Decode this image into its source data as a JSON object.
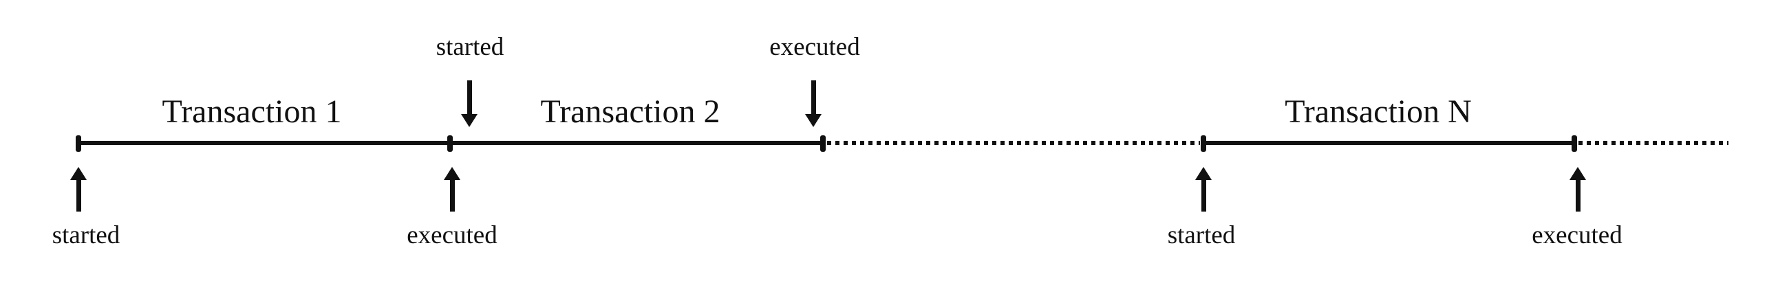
{
  "timeline": {
    "colors": {
      "ink": "#111111",
      "background": "#ffffff"
    },
    "transactions": [
      {
        "label": "Transaction 1"
      },
      {
        "label": "Transaction 2"
      },
      {
        "label": "Transaction N"
      }
    ],
    "events": {
      "top": [
        {
          "label": "started"
        },
        {
          "label": "executed"
        }
      ],
      "bottom": [
        {
          "label": "started"
        },
        {
          "label": "executed"
        },
        {
          "label": "started"
        },
        {
          "label": "executed"
        }
      ]
    }
  }
}
